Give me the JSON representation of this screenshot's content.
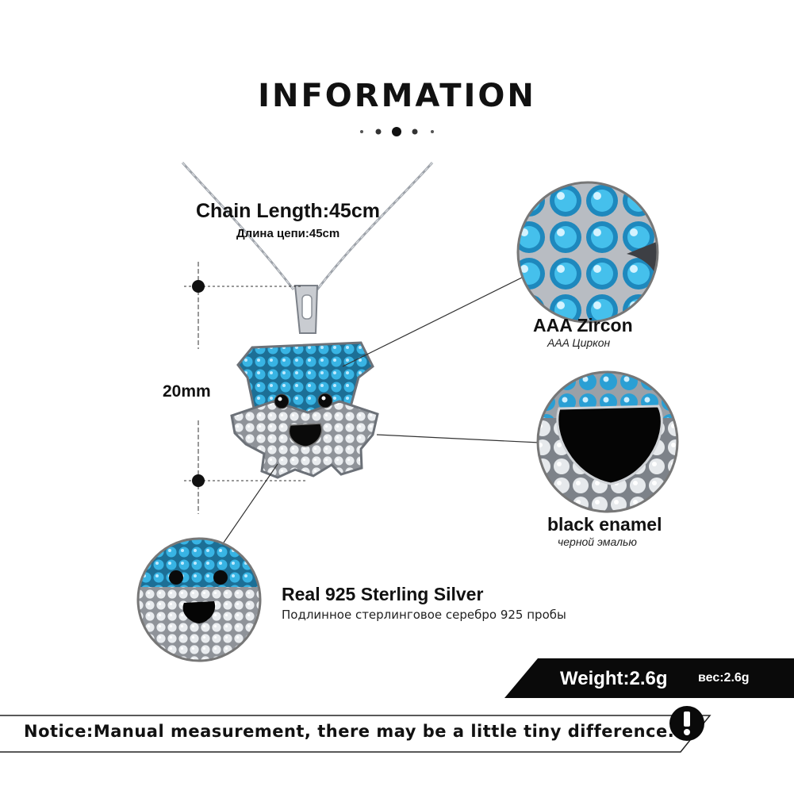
{
  "header": {
    "title": "INFORMATION"
  },
  "dimensions": {
    "chain_length": "Chain Length:45cm",
    "chain_length_ru": "Длина цепи:45cm",
    "pendant_height": "20mm"
  },
  "features": {
    "zircon": {
      "title": "AAA  Zircon",
      "subtitle": "AAA Циркон"
    },
    "enamel": {
      "title": "black enamel",
      "subtitle": "черной эмалью"
    },
    "silver": {
      "title": "Real 925  Sterling  Silver",
      "subtitle": "Подлинное стерлинговое серебро 925 пробы"
    }
  },
  "weight": {
    "label": "Weight:2.6g",
    "label_ru": "вес:2.6g"
  },
  "notice": {
    "text": "Notice:Manual measurement, there may be a little tiny difference.",
    "icon": "exclamation-icon"
  },
  "colors": {
    "zircon_blue": "#2aa7d8",
    "enamel_black": "#0a0a0a",
    "silver": "#c9ccd1"
  }
}
